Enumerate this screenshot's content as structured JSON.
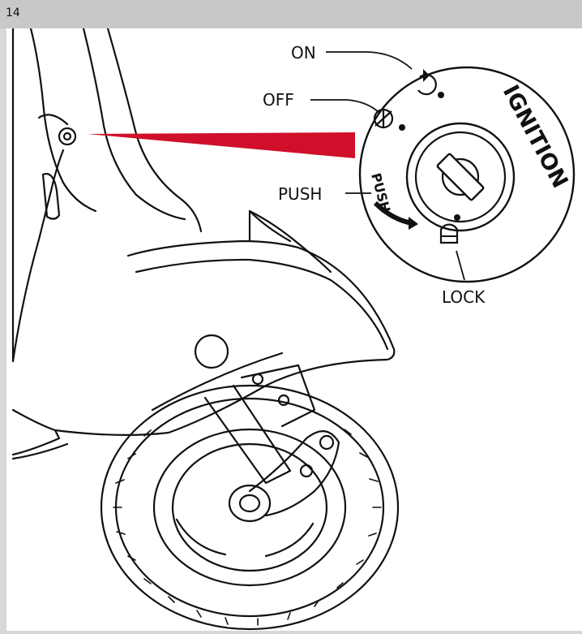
{
  "viewer": {
    "page_number": "14"
  },
  "figure": {
    "labels": {
      "on": "ON",
      "off": "OFF",
      "push": "PUSH",
      "lock": "LOCK"
    },
    "dial_text": {
      "ignition": "IGNITION",
      "push": "PUSH"
    },
    "colors": {
      "pointer": "#d0102a",
      "line": "#111111",
      "page": "#ffffff",
      "frame": "#c8c8c8"
    }
  }
}
